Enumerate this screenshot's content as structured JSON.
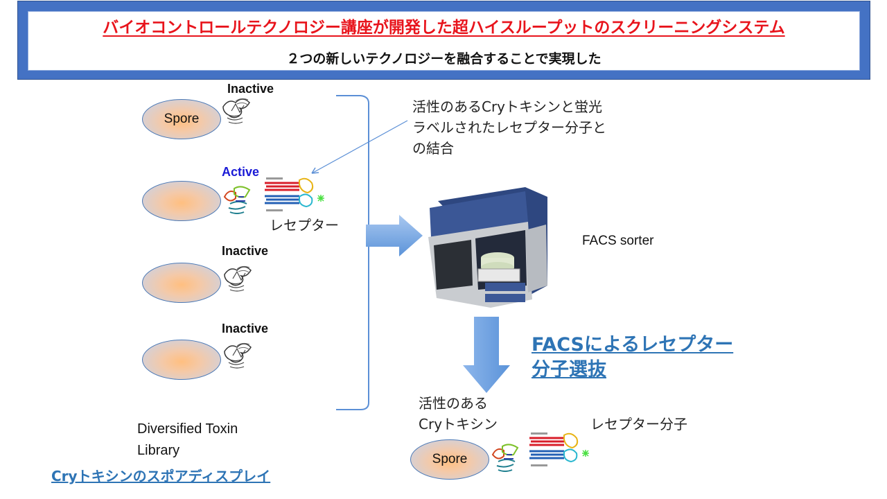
{
  "header": {
    "title": "バイオコントロールテクノロジー講座が開発した超ハイスループットのスクリーニングシステム",
    "subtitle": "２つの新しいテクノロジーを融合することで実現した"
  },
  "library": {
    "items": [
      {
        "state": "Inactive",
        "spore_label": "Spore"
      },
      {
        "state": "Active",
        "spore_label": "",
        "receptor_label": "レセプター"
      },
      {
        "state": "Inactive",
        "spore_label": ""
      },
      {
        "state": "Inactive",
        "spore_label": ""
      }
    ],
    "caption_line1": "Diversified Toxin",
    "caption_line2": "Library",
    "link_label": "Cryトキシンのスポアディスプレイ"
  },
  "callout": {
    "line1": "活性のあるCryトキシンと蛍光",
    "line2": "ラベルされたレセプター分子と",
    "line3": "の結合"
  },
  "sorter": {
    "label": "FACS sorter"
  },
  "selection": {
    "line1": "FACSによるレセプター",
    "line2": "分子選抜"
  },
  "result": {
    "toxin_line1": "活性のある",
    "toxin_line2": "Cryトキシン",
    "receptor_label": "レセプター分子",
    "spore_label": "Spore"
  },
  "colors": {
    "header_border": "#4472c4",
    "title_red": "#e8141c",
    "active_blue": "#1a1ad6",
    "link_blue": "#2e74b5"
  }
}
